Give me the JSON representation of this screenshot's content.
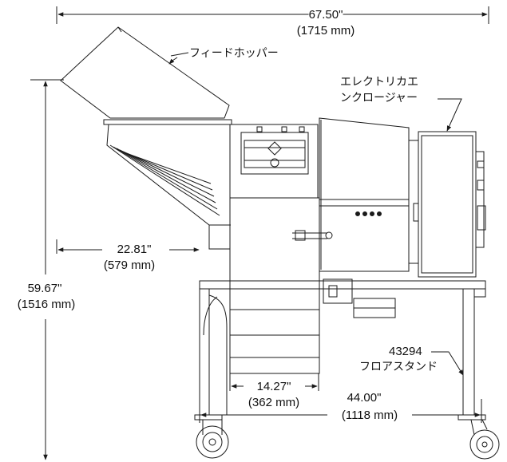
{
  "dimensions": {
    "overall_length": {
      "inch": "67.50\"",
      "mm": "(1715 mm)"
    },
    "overall_height": {
      "inch": "59.67\"",
      "mm": "(1516 mm)"
    },
    "hopper_to_frame": {
      "inch": "22.81\"",
      "mm": "(579 mm)"
    },
    "discharge_width": {
      "inch": "14.27\"",
      "mm": "(362 mm)"
    },
    "stand_length": {
      "inch": "44.00\"",
      "mm": "(1118 mm)"
    }
  },
  "callouts": {
    "feed_hopper": "フィードホッパー",
    "enclosure_line1": "エレクトリカエ",
    "enclosure_line2": "ンクロージャー",
    "stand_part_number": "43294",
    "stand_name": "フロアスタンド"
  },
  "colors": {
    "line": "#1a1a1a",
    "background": "#ffffff"
  }
}
